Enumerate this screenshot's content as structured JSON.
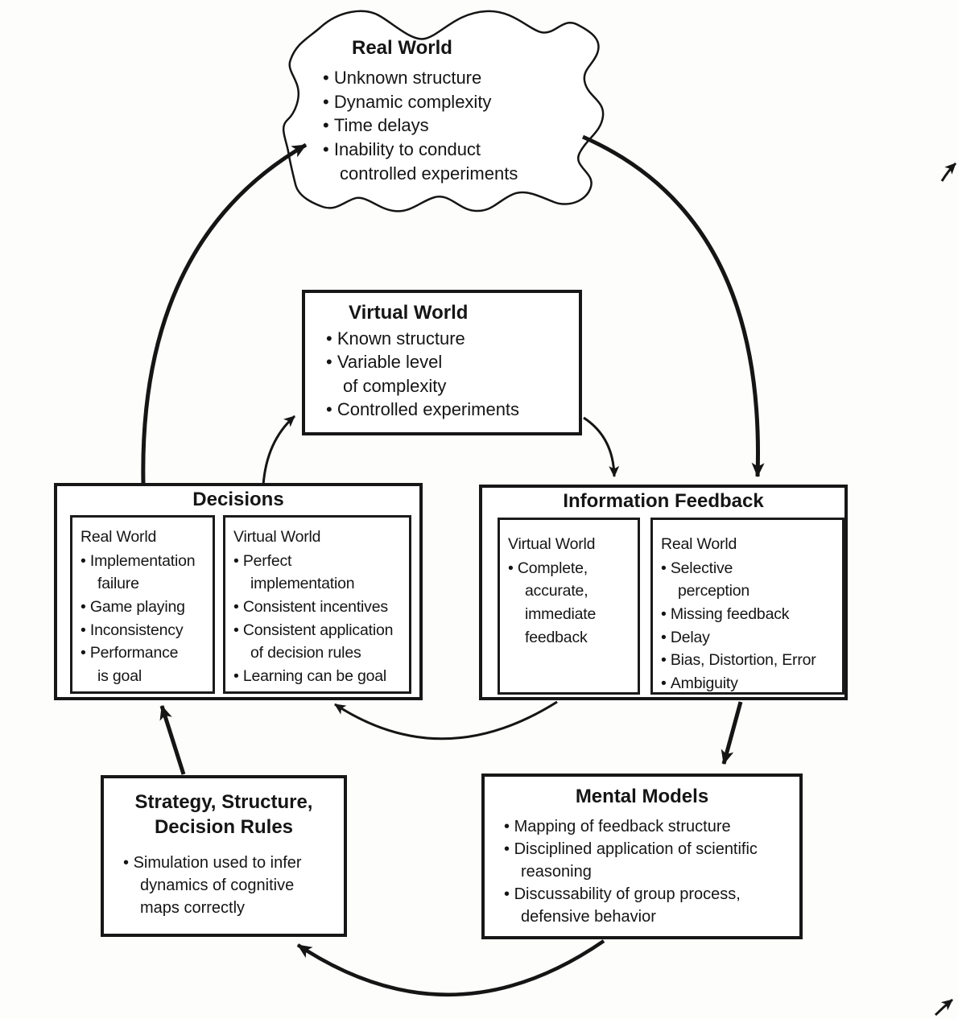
{
  "colors": {
    "ink": "#151515",
    "paper": "#ffffff"
  },
  "cloud": {
    "title": "Real World",
    "bullets": [
      "Unknown structure",
      "Dynamic complexity",
      "Time delays",
      "Inability to conduct\ncontrolled experiments"
    ]
  },
  "virtual_world": {
    "title": "Virtual World",
    "bullets": [
      "Known structure",
      "Variable level\nof complexity",
      "Controlled experiments"
    ]
  },
  "decisions": {
    "title": "Decisions",
    "real_world": {
      "heading": "Real World",
      "bullets": [
        "Implementation\nfailure",
        "Game playing",
        "Inconsistency",
        "Performance\nis goal"
      ]
    },
    "virtual_world": {
      "heading": "Virtual World",
      "bullets": [
        "Perfect\nimplementation",
        "Consistent incentives",
        "Consistent application\nof decision rules",
        "Learning can be goal"
      ]
    }
  },
  "information_feedback": {
    "title": "Information Feedback",
    "virtual_world": {
      "heading": "Virtual World",
      "bullets": [
        "Complete,\naccurate,\nimmediate\nfeedback"
      ]
    },
    "real_world": {
      "heading": "Real World",
      "bullets": [
        "Selective\nperception",
        "Missing feedback",
        "Delay",
        "Bias, Distortion, Error",
        "Ambiguity"
      ]
    }
  },
  "strategy": {
    "title_line1": "Strategy, Structure,",
    "title_line2": "Decision Rules",
    "bullets": [
      "Simulation used to infer\ndynamics of cognitive\nmaps correctly"
    ]
  },
  "mental_models": {
    "title": "Mental Models",
    "bullets": [
      "Mapping of feedback structure",
      "Disciplined application of scientific\nreasoning",
      "Discussability of group process,\ndefensive behavior"
    ]
  }
}
